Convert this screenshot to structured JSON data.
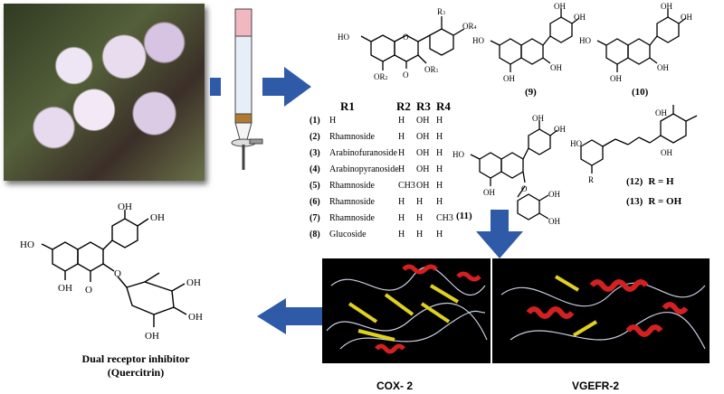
{
  "structures": {
    "flavonol": {
      "r3": "R",
      "r3_sub": "3",
      "r4": "OR",
      "r4_sub": "4",
      "ho": "HO",
      "o": "O",
      "or1": "OR",
      "or1_sub": "1",
      "or2": "OR",
      "or2_sub": "2"
    },
    "comp9_label": "(9)",
    "comp10_label": "(10)",
    "comp11_label": "(11)",
    "comp12_label": "(12)",
    "comp13_label": "(13)",
    "comp12_r": "R = H",
    "comp13_r": "R = OH",
    "oh": "OH",
    "ho": "HO",
    "o": "O",
    "r": "R"
  },
  "table": {
    "headers": [
      "R1",
      "R2",
      "R3",
      "R4"
    ],
    "rows": [
      [
        "(1)",
        "H",
        "H",
        "OH",
        "H"
      ],
      [
        "(2)",
        "Rhamnoside",
        "H",
        "OH",
        "H"
      ],
      [
        "(3)",
        "Arabinofuranoside",
        "H",
        "OH",
        "H"
      ],
      [
        "(4)",
        "Arabinopyranoside",
        "H",
        "OH",
        "H"
      ],
      [
        "(5)",
        "Rhamnoside",
        "CH3",
        "OH",
        "H"
      ],
      [
        "(6)",
        "Rhamnoside",
        "H",
        "H",
        "H"
      ],
      [
        "(7)",
        "Rhamnoside",
        "H",
        "H",
        "CH3"
      ],
      [
        "(8)",
        "Glucoside",
        "H",
        "H",
        "H"
      ]
    ]
  },
  "quercitrin": {
    "title": "Dual receptor inhibitor",
    "subtitle": "(Quercitrin)"
  },
  "panels": {
    "left_caption": "COX- 2",
    "right_caption": "VGEFR-2"
  },
  "colors": {
    "arrow": "#2f5aa8",
    "helix": "#d42020",
    "sheet": "#e0d020",
    "coil": "#c8cfe0",
    "column_top": "#f2b8c2",
    "column_band": "#b07a30"
  }
}
